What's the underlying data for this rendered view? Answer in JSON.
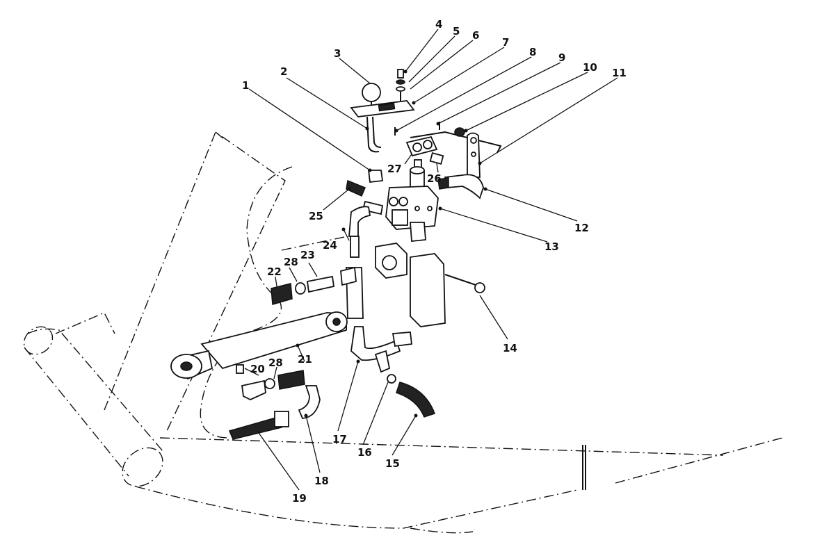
{
  "diagram": {
    "callouts": [
      {
        "id": "1",
        "text": "1"
      },
      {
        "id": "2",
        "text": "2"
      },
      {
        "id": "3",
        "text": "3"
      },
      {
        "id": "4",
        "text": "4"
      },
      {
        "id": "5",
        "text": "5"
      },
      {
        "id": "6",
        "text": "6"
      },
      {
        "id": "7",
        "text": "7"
      },
      {
        "id": "8",
        "text": "8"
      },
      {
        "id": "9",
        "text": "9"
      },
      {
        "id": "10",
        "text": "10"
      },
      {
        "id": "11",
        "text": "11"
      },
      {
        "id": "12",
        "text": "12"
      },
      {
        "id": "13",
        "text": "13"
      },
      {
        "id": "14",
        "text": "14"
      },
      {
        "id": "15",
        "text": "15"
      },
      {
        "id": "16",
        "text": "16"
      },
      {
        "id": "17",
        "text": "17"
      },
      {
        "id": "18",
        "text": "18"
      },
      {
        "id": "19",
        "text": "19"
      },
      {
        "id": "20",
        "text": "20"
      },
      {
        "id": "21",
        "text": "21"
      },
      {
        "id": "22",
        "text": "22"
      },
      {
        "id": "23",
        "text": "23"
      },
      {
        "id": "24",
        "text": "24"
      },
      {
        "id": "25",
        "text": "25"
      },
      {
        "id": "26",
        "text": "26"
      },
      {
        "id": "27",
        "text": "27"
      },
      {
        "id": "28a",
        "text": "28"
      },
      {
        "id": "28b",
        "text": "28"
      }
    ]
  }
}
